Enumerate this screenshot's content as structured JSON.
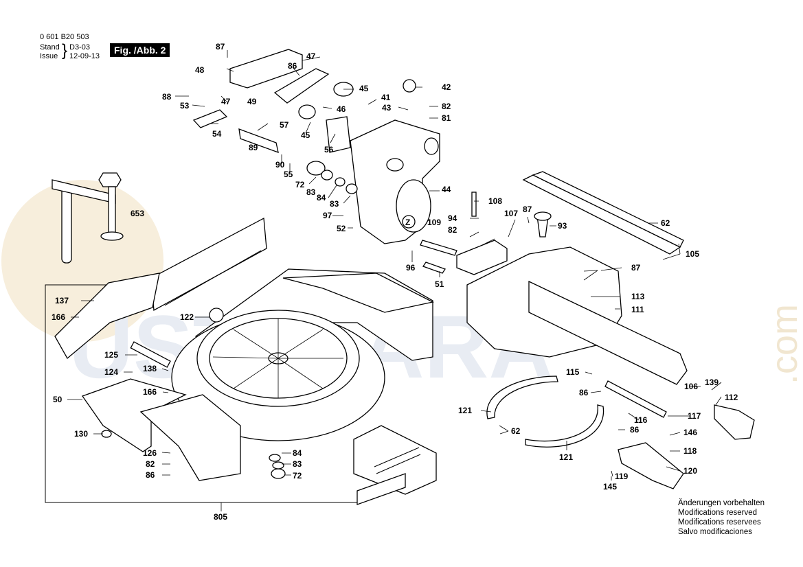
{
  "header": {
    "doc_number": "0 601 B20 503",
    "stand_label": "Stand",
    "issue_label": "Issue",
    "stand_value": "D3-03",
    "issue_value": "12-09-13",
    "figure": "Fig. /Abb. 2"
  },
  "notes": [
    "Änderungen vorbehalten",
    "Modifications reserved",
    "Modifications reservees",
    "Salvo modificaciones"
  ],
  "watermark": {
    "text": "USTALARA",
    "suffix": ".com"
  },
  "part_labels": {
    "p805": "805",
    "p653": "653",
    "p47a": "47",
    "p47b": "47",
    "p48": "48",
    "p49": "49",
    "p87a": "87",
    "p86a": "86",
    "p88": "88",
    "p53": "53",
    "p54": "54",
    "p57": "57",
    "p89": "89",
    "p90": "90",
    "p55": "55",
    "p45a": "45",
    "p45b": "45",
    "p46": "46",
    "p56": "56",
    "p41": "41",
    "p43": "43",
    "p42": "42",
    "p82a": "82",
    "p81": "81",
    "p44": "44",
    "p72a": "72",
    "p83a": "83",
    "p84a": "84",
    "p83b": "83",
    "p97": "97",
    "p52": "52",
    "p108": "108",
    "p94": "94",
    "p82b": "82",
    "p109": "109",
    "p107": "107",
    "p87b": "87",
    "p93": "93",
    "p62a": "62",
    "p105": "105",
    "p96": "96",
    "p51": "51",
    "p87c": "87",
    "p113": "113",
    "p111": "111",
    "p137": "137",
    "p166a": "166",
    "p122": "122",
    "p125": "125",
    "p124": "124",
    "p138": "138",
    "p166b": "166",
    "p50": "50",
    "p130": "130",
    "p126": "126",
    "p82c": "82",
    "p86b": "86",
    "p84b": "84",
    "p83c": "83",
    "p72b": "72",
    "p115": "115",
    "p86c": "86",
    "p106": "106",
    "p139": "139",
    "p112": "112",
    "p121a": "121",
    "p62b": "62",
    "p116": "116",
    "p117": "117",
    "p86d": "86",
    "p146": "146",
    "p118": "118",
    "p121b": "121",
    "p120": "120",
    "p119": "119",
    "p145": "145"
  }
}
